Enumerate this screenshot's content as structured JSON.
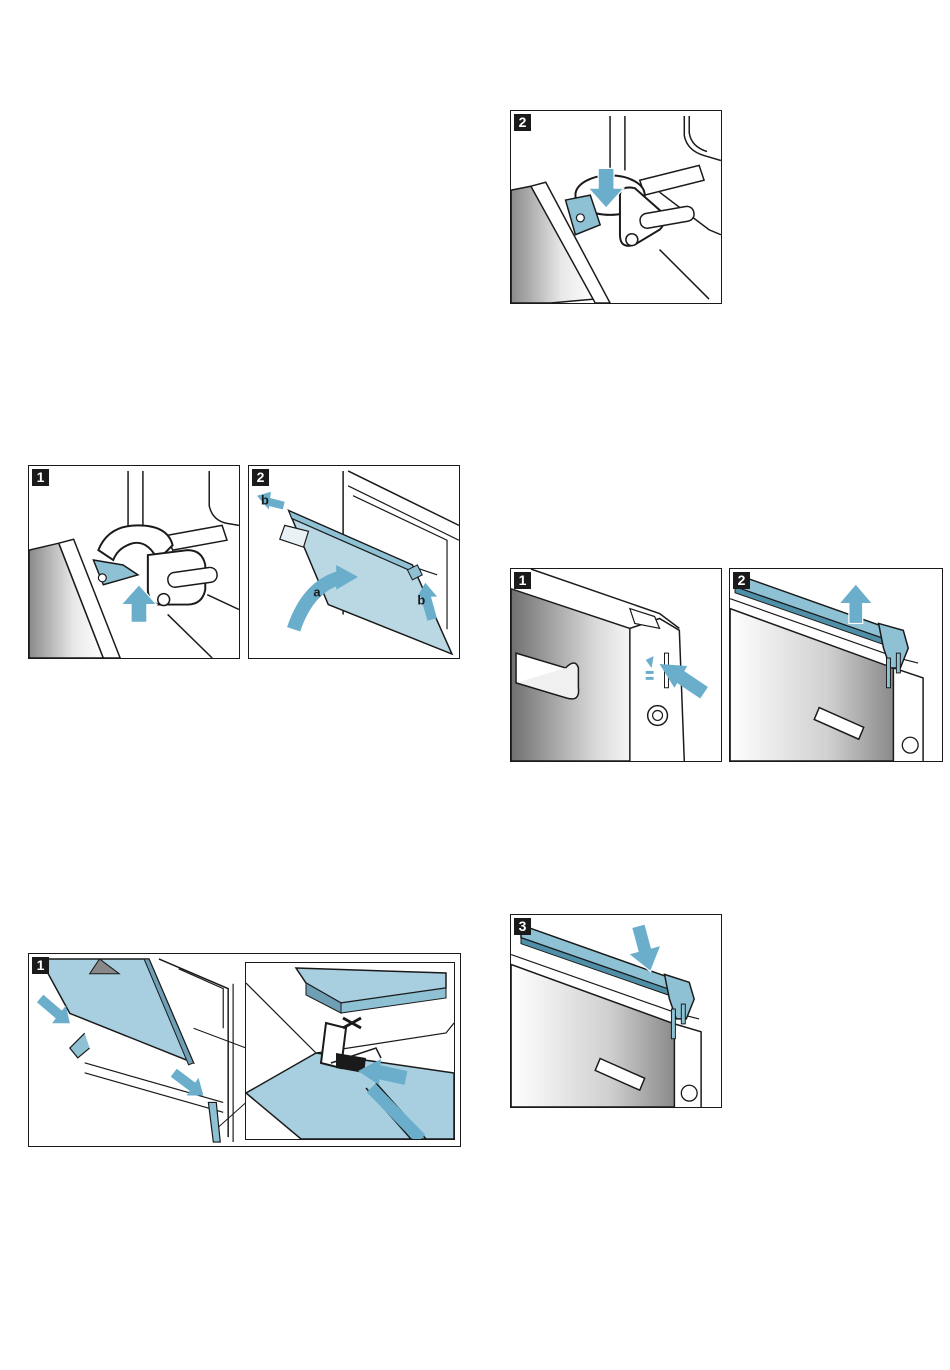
{
  "figures": {
    "hinge_lock": {
      "step": "2"
    },
    "hinge_unlock": {
      "step": "1"
    },
    "door_glass_remove": {
      "step": "2",
      "callout_a": "a",
      "callout_b1": "b",
      "callout_b2": "b"
    },
    "cover_release": {
      "step": "1"
    },
    "cover_lift": {
      "step": "2"
    },
    "door_clip_insert": {
      "step": "1"
    },
    "cover_replace": {
      "step": "3"
    }
  },
  "colors": {
    "arrow": "#6aaecb",
    "part_blue": "#8ec1d4",
    "part_blue_dark": "#4f8fa8",
    "line": "#1a1a1a",
    "panel_grey": "#9a9a9a"
  }
}
